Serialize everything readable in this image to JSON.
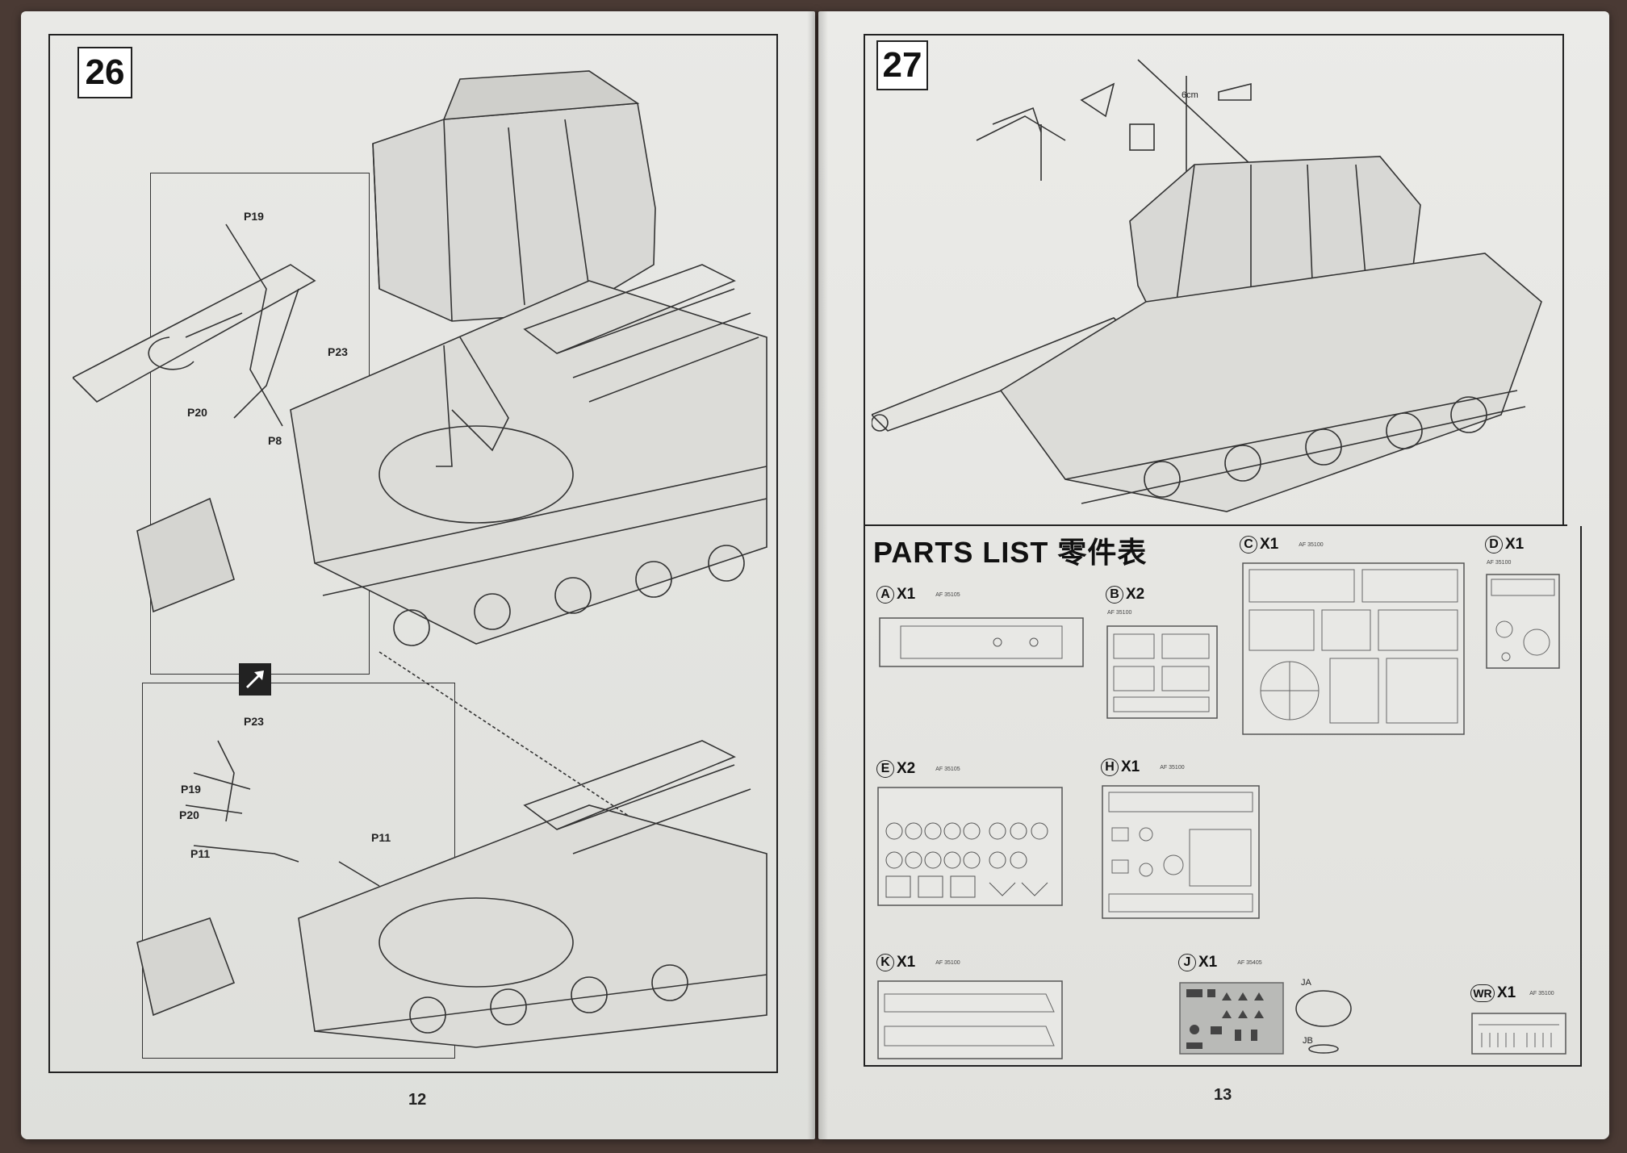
{
  "left_page": {
    "step_number": "26",
    "page_number": "12",
    "callouts_top": [
      "P19",
      "P23",
      "P20",
      "P8"
    ],
    "callouts_bottom": [
      "P23",
      "P19",
      "P20",
      "P11",
      "P11"
    ]
  },
  "right_page": {
    "step_number": "27",
    "page_number": "13",
    "annotation": "6cm",
    "parts_list": {
      "title": "PARTS  LIST 零件表",
      "sprues": [
        {
          "letter": "A",
          "qty": "X1",
          "code": "AF 35105"
        },
        {
          "letter": "B",
          "qty": "X2",
          "code": "AF 35100"
        },
        {
          "letter": "C",
          "qty": "X1",
          "code": "AF 35100"
        },
        {
          "letter": "D",
          "qty": "X1",
          "code": "AF 35100"
        },
        {
          "letter": "E",
          "qty": "X2",
          "code": "AF 35105"
        },
        {
          "letter": "H",
          "qty": "X1",
          "code": "AF 35100"
        },
        {
          "letter": "K",
          "qty": "X1",
          "code": "AF 35100"
        },
        {
          "letter": "J",
          "qty": "X1",
          "code": "AF 35405"
        },
        {
          "letter": "WR",
          "qty": "X1",
          "code": "AF 35100"
        }
      ],
      "part_labels": {
        "ja": "JA",
        "jb": "JB"
      }
    }
  }
}
